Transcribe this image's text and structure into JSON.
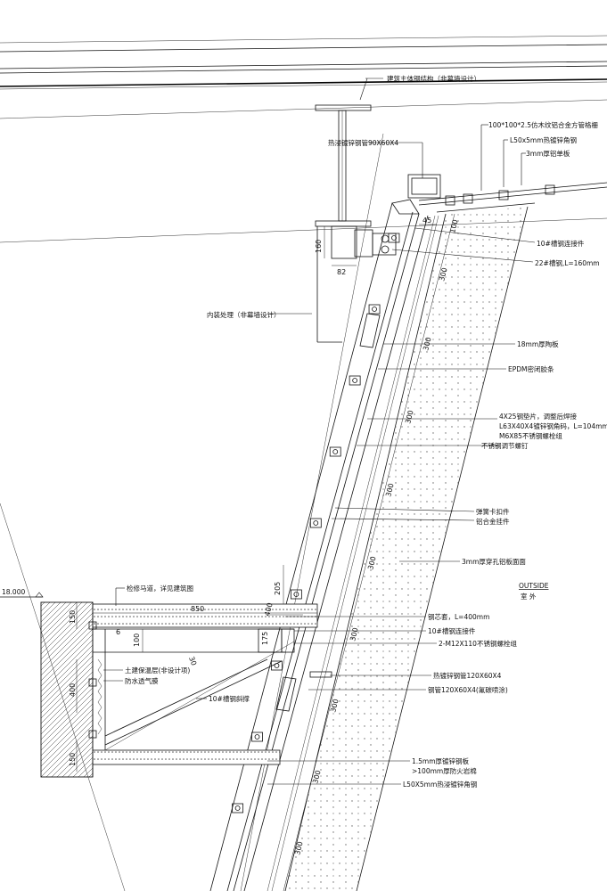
{
  "labels": {
    "main_structure": "建筑主体钢结构（非幕墙设计）",
    "square_tube": "100*100*2.5仿木纹铝合金方管格栅",
    "angle_steel_top": "L50x5mm热镀锌角钢",
    "al_plate_3mm": "3mm厚铝单板",
    "steel_tube_90": "热浸镀锌钢管90X60X4",
    "channel_conn_top": "10#槽钢连接件",
    "channel_22": "22#槽钢,L=160mm",
    "interior": "内装处理（非幕墙设计）",
    "ceramic": "18mm厚陶板",
    "epdm": "EPDM密闭胶条",
    "bolt_1": "4X25钢垫片，调整后焊接",
    "bolt_2": "L63X40X4镀锌钢角码，L=104mm",
    "bolt_3": "M6X85不锈钢螺栓组",
    "bolt_4": "不锈钢调节螺钉",
    "spring_clip": "弹簧卡扣件",
    "al_hanger": "铝合金挂件",
    "perforated": "3mm厚穿孔铝板面面",
    "outside_en": "OUTSIDE",
    "outside_cn": "室 外",
    "maintenance": "检修马道，详见建筑图",
    "level": "18.000",
    "core": "钢芯套，L=400mm",
    "channel_conn_mid": "10#槽钢连接件",
    "bolts_m12": "2-M12X110不锈钢螺栓组",
    "tube_120_galv": "热镀锌钢管120X60X4",
    "tube_120_fluoro": "钢管120X60X4(氟碳喷涂)",
    "insulation": "土建保温层(非设计项)",
    "membrane": "防水透气膜",
    "brace": "10#槽钢斜撑",
    "plate_15": "1.5mm厚镀锌钢板",
    "rockwool": ">100mm厚防火岩棉",
    "angle_steel_bottom": "L50X5mm热浸镀锌角钢"
  },
  "dimensions": {
    "d45": "45",
    "d100": "100",
    "d160": "160",
    "d82": "82",
    "d300": "300",
    "d205": "205",
    "d850": "850",
    "d150": "150",
    "d400": "400",
    "d6": "6",
    "d175": "175",
    "d30": "30"
  }
}
